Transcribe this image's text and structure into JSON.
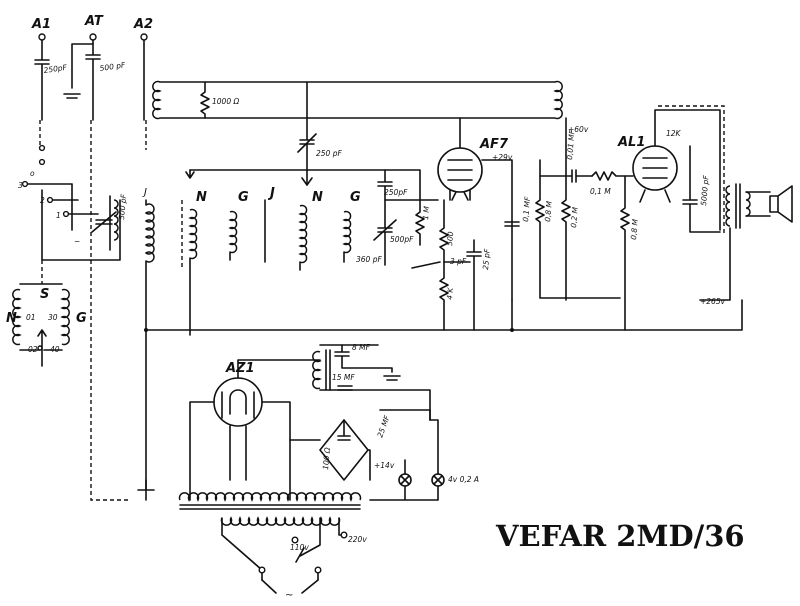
{
  "title": "VEFAR 2MD/36",
  "tubes": [
    "AF7",
    "AL1",
    "AZ1"
  ],
  "terminals": [
    "A1",
    "AT",
    "A2"
  ],
  "coil_letters": [
    "N",
    "G",
    "J",
    "N",
    "G"
  ],
  "switch_labels": {
    "s": "S",
    "n": "N",
    "g": "G",
    "p1": "01",
    "p2": "02",
    "p3": "30",
    "p4": "40"
  },
  "small_labels": {
    "c_250pf": "250pF",
    "c_500pf": "500 pF",
    "r_1000": "1000 Ω",
    "c_250pf_mid": "250 pF",
    "c_250pf_grid": "250pF",
    "c_500pf_var": "500pF",
    "c_360pf": "360 pF",
    "plus_29v": "+29v",
    "plus_60v": "+60v",
    "r_1m_a": "1 M",
    "r_500": "500",
    "r_4k": "4 K",
    "c_3pf": "3 pF",
    "c_25pf": "25 pF",
    "c_01mf_a": "0,1 MF",
    "r_08m": "0,8 M",
    "r_02m": "0,2 M",
    "c_001mf": "0,01 MF",
    "r_01m": "0,1 M",
    "r_08m_b": "0,8 M",
    "c_5000pf": "5000 pF",
    "r_12k": "12K",
    "plus_265v": "+265v",
    "c_8mf": "8 MF",
    "c_15mf": "15 MF",
    "c_25mf": "25 MF",
    "r_100": "100 Ω",
    "plus_14v": "+14v",
    "lamp": "4v 0,2 A",
    "v110": "110v",
    "v220": "220v",
    "tilde": "~"
  }
}
